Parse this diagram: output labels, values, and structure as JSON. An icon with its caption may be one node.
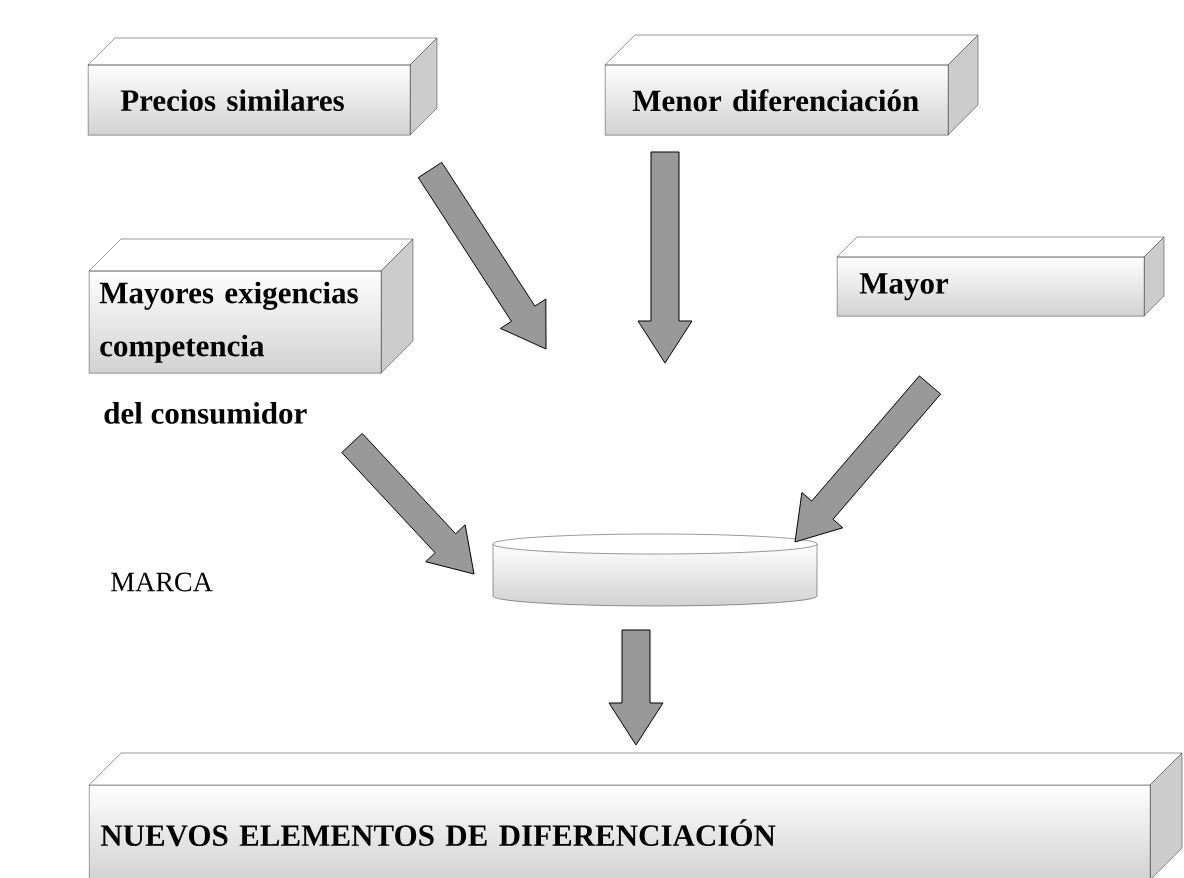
{
  "diagram": {
    "nodes": [
      {
        "text": [
          "Precios similares"
        ]
      },
      {
        "text": [
          "Menor diferenciación"
        ]
      },
      {
        "text": [
          "Mayores exigencias competencia",
          "del consumidor"
        ]
      },
      {
        "text": [
          "Mayor"
        ]
      },
      {
        "text": [],
        "shape": "cylinder"
      },
      {
        "text": [
          "NUEVOS ELEMENTOS DE DIFERENCIACIÓN"
        ]
      }
    ],
    "labels": [
      "MARCA"
    ],
    "edges": [
      {
        "from": 0,
        "to": null,
        "arrow": "to"
      },
      {
        "from": 1,
        "to": null,
        "arrow": "to"
      },
      {
        "from": 2,
        "to": 4,
        "arrow": "to"
      },
      {
        "from": 3,
        "to": 4,
        "arrow": "to"
      },
      {
        "from": 4,
        "to": 5,
        "arrow": "to"
      }
    ]
  }
}
